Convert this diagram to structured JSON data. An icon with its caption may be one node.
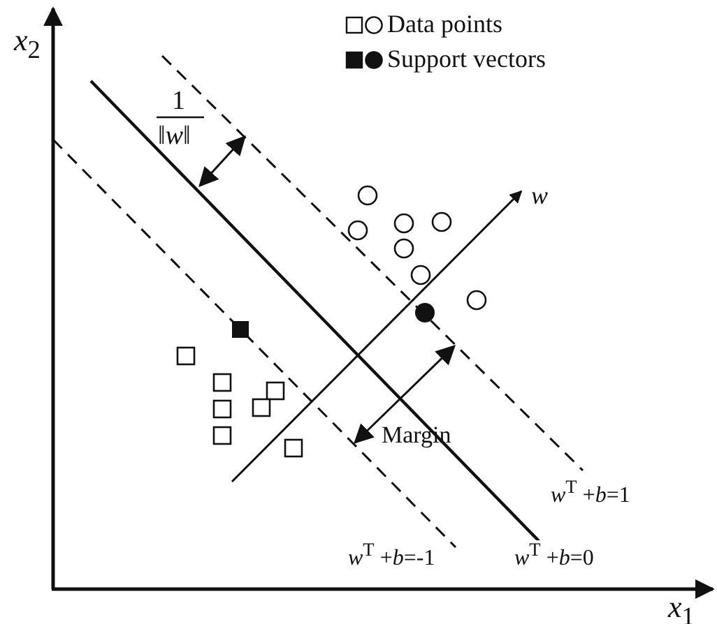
{
  "diagram": {
    "labels": [
      "*x*$_{2}$",
      "1",
      "‖*w*‖",
      "*w*",
      "Margin",
      "*w*$^{T}$ +*b*=1",
      "*w*$^{T}$ +*b*=-1",
      "*w*$^{T}$ +*b*=0",
      "*x*$_{1}$"
    ],
    "legend": [
      {
        "text": "Data points"
      },
      {
        "text": "Support vectors"
      }
    ]
  }
}
